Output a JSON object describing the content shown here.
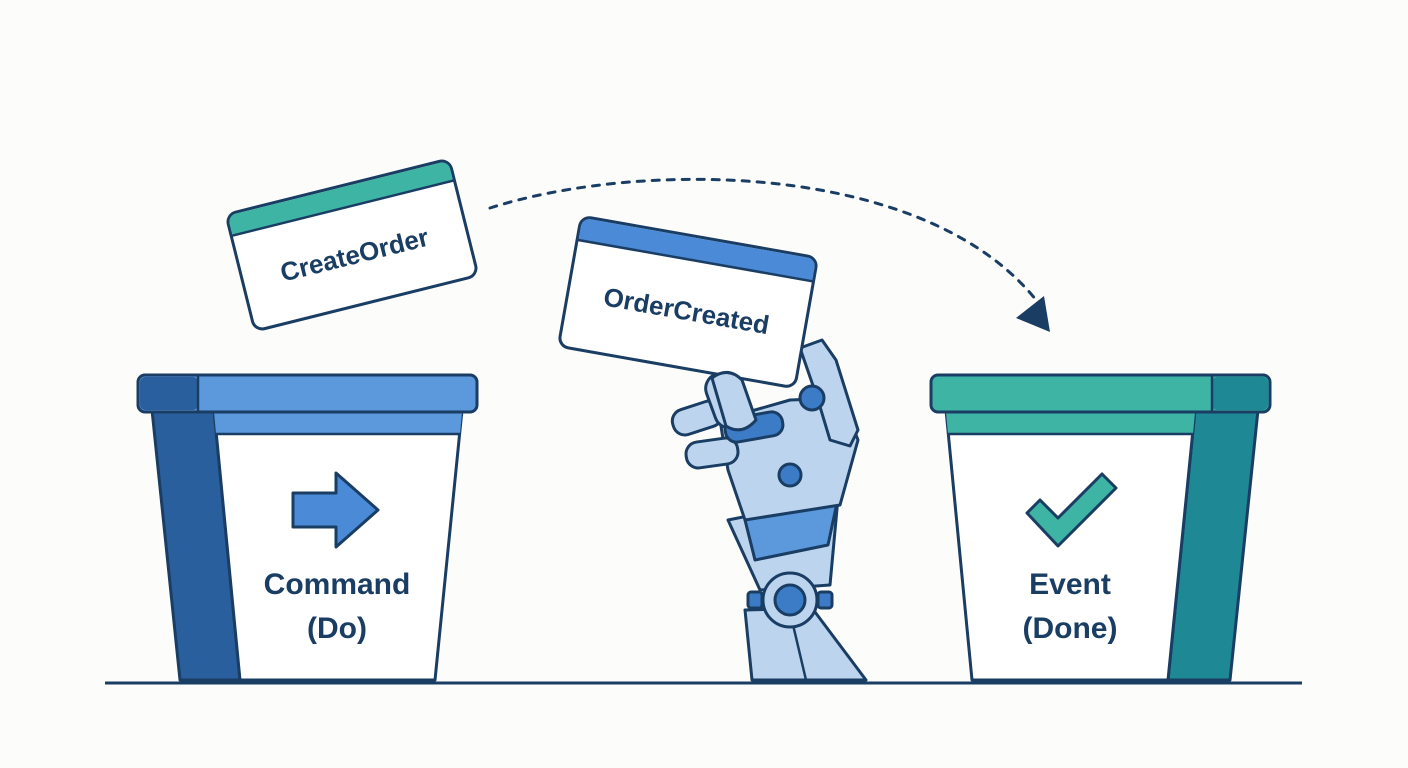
{
  "cards": {
    "command": {
      "label": "CreateOrder"
    },
    "event": {
      "label": "OrderCreated"
    }
  },
  "bins": {
    "command": {
      "title": "Command",
      "subtitle": "(Do)",
      "icon": "arrow-right-icon"
    },
    "event": {
      "title": "Event",
      "subtitle": "(Done)",
      "icon": "checkmark-icon"
    }
  },
  "colors": {
    "navy": "#1a3d63",
    "blue": "#3c7cc6",
    "blue_light": "#5b98dc",
    "blue_dark": "#2a5f9e",
    "teal": "#3eb4a5",
    "teal_dark": "#1e8894",
    "hand_fill": "#bcd4ee",
    "background": "#fcfcfb"
  }
}
